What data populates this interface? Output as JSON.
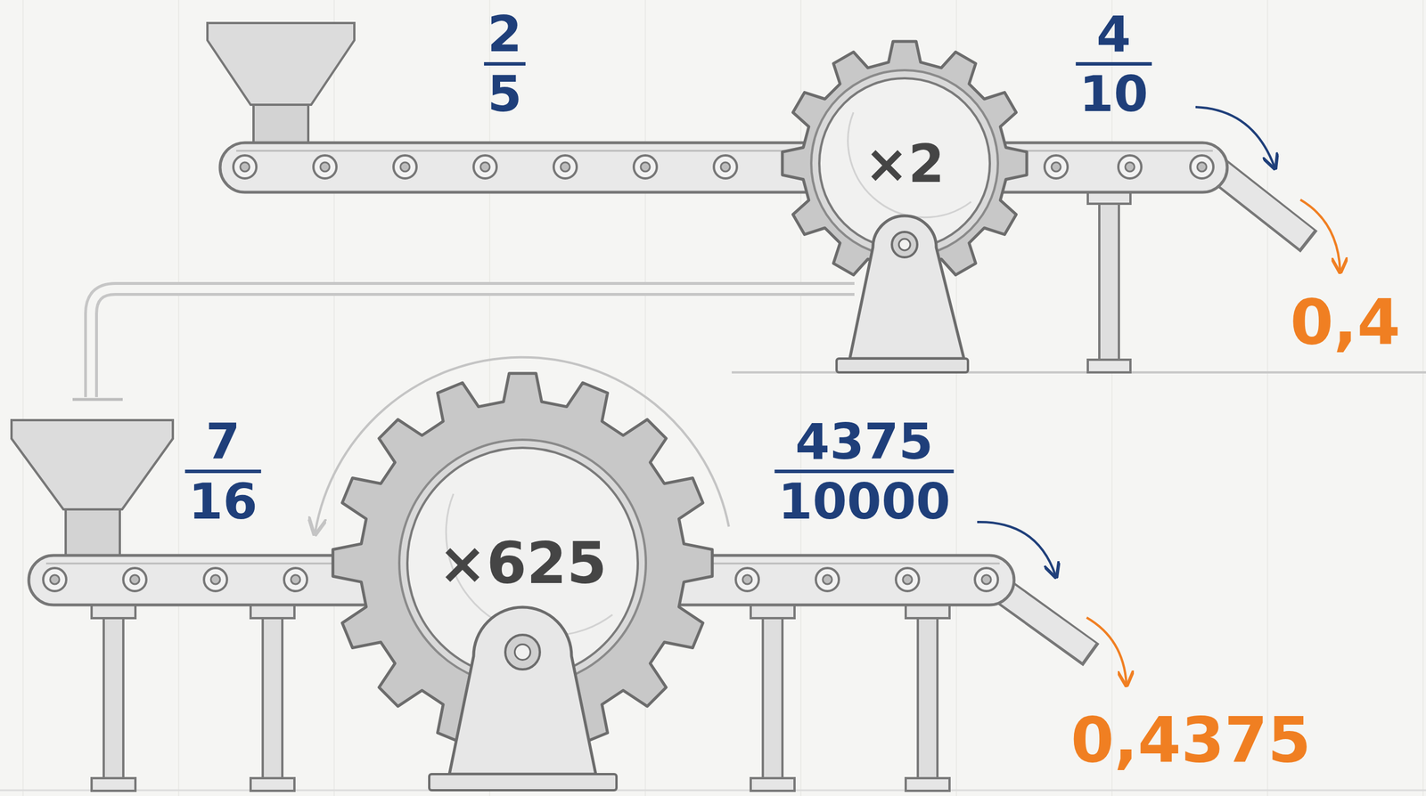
{
  "diagram": {
    "nodes": [
      {
        "text": [
          "×2"
        ]
      },
      {
        "text": [
          "×625"
        ]
      }
    ],
    "labels": [
      "2",
      "5",
      "4",
      "10",
      "0,4",
      "7",
      "16",
      "4375",
      "10000",
      "0,4375"
    ]
  }
}
